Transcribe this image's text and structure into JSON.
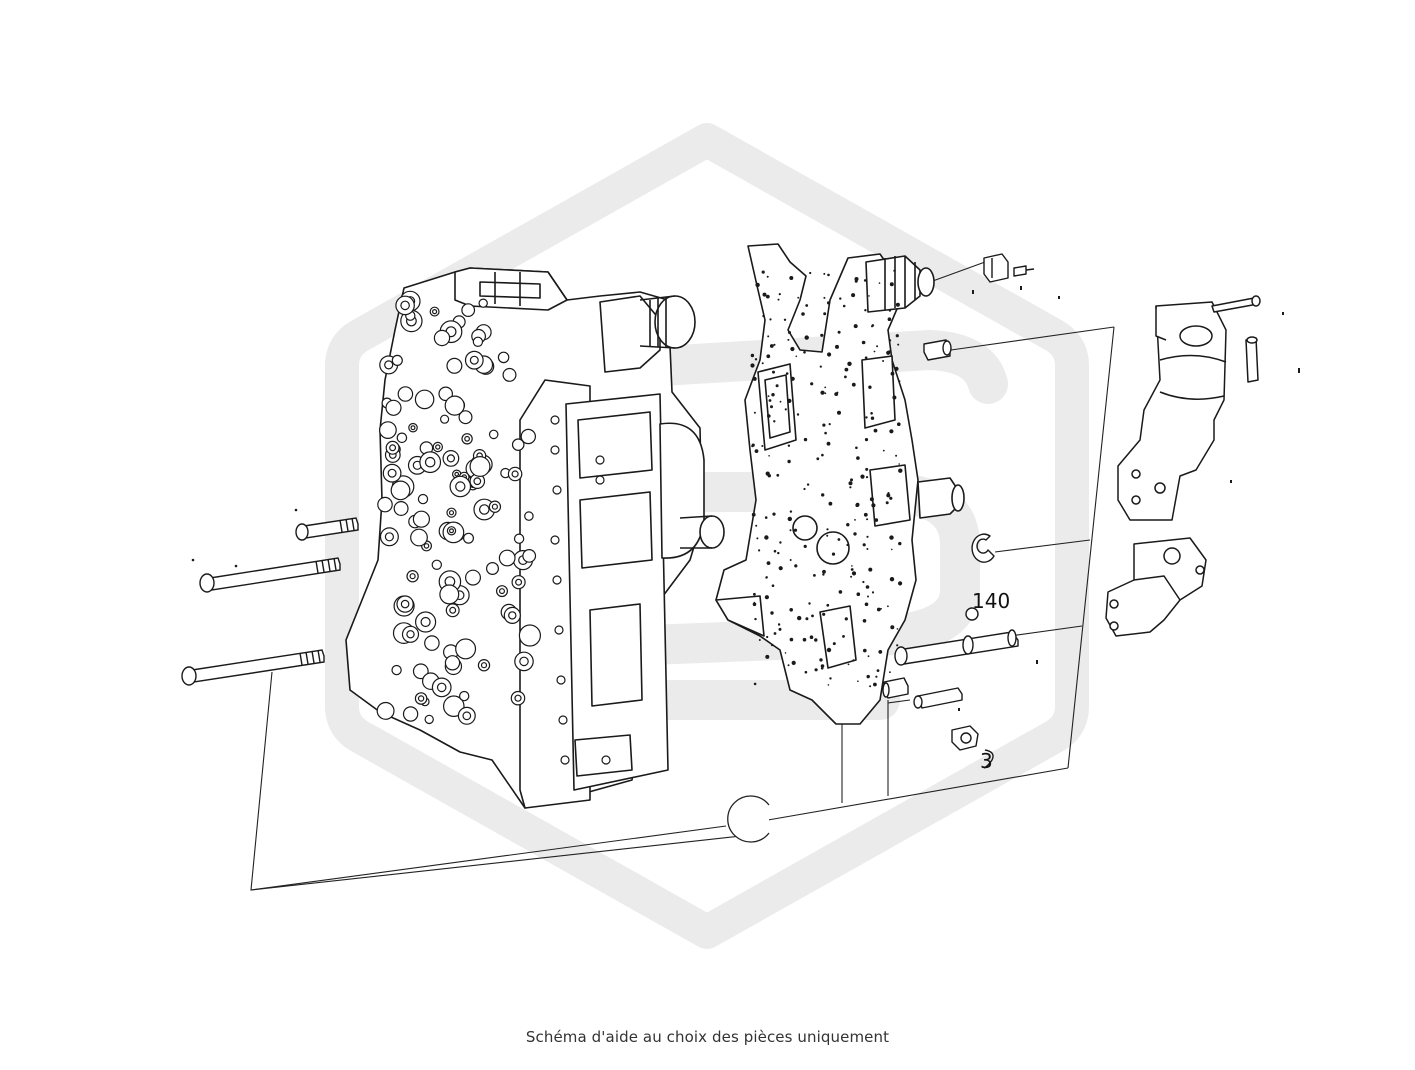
{
  "caption": "Schéma d'aide au choix des pièces uniquement",
  "callouts": {
    "part_140": "140",
    "part_3": "3"
  },
  "colors": {
    "watermark": "#ebebeb",
    "line": "#222222",
    "background": "#ffffff"
  },
  "icons": {
    "watermark": "brand-logo-watermark"
  }
}
